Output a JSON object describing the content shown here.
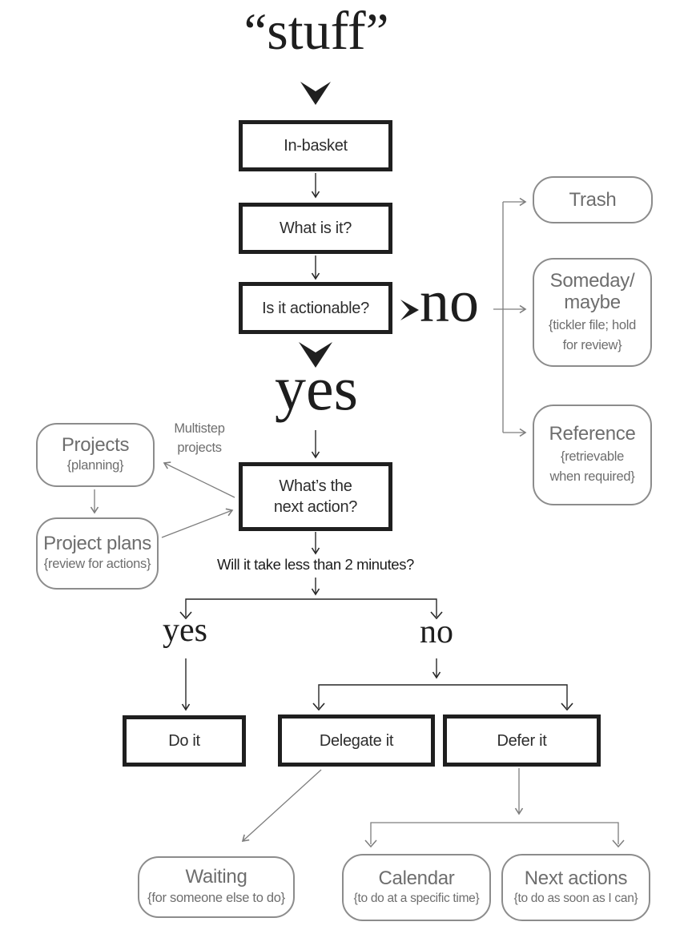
{
  "title": {
    "open_quote": "“",
    "word": "stuff",
    "close_quote": "”"
  },
  "process": {
    "in_basket": "In-basket",
    "what_is_it": "What is it?",
    "is_it_actionable": "Is it actionable?",
    "whats_next_action": "What’s the\nnext action?",
    "do_it": "Do it",
    "delegate_it": "Delegate it",
    "defer_it": "Defer it"
  },
  "outcomes": {
    "trash": {
      "title": "Trash"
    },
    "someday_maybe": {
      "title": "Someday/\nmaybe",
      "note": "{tickler file; hold\nfor review}"
    },
    "reference": {
      "title": "Reference",
      "note": "{retrievable\nwhen required}"
    },
    "projects": {
      "title": "Projects",
      "note": "{planning}"
    },
    "project_plans": {
      "title": "Project plans",
      "note": "{review for actions}"
    },
    "waiting": {
      "title": "Waiting",
      "note": "{for someone else to do}"
    },
    "calendar": {
      "title": "Calendar",
      "note": "{to do at a specific time}"
    },
    "next_actions": {
      "title": "Next actions",
      "note": "{to do as soon as I can}"
    }
  },
  "decisions": {
    "no_top": "no",
    "yes_top": "yes",
    "yes_bottom": "yes",
    "no_bottom": "no",
    "multistep_label": "Multistep\nprojects",
    "two_minute_question": "Will it take less than 2 minutes?"
  },
  "colors": {
    "ink": "#272727",
    "box_border": "#1f1f1f",
    "gray_line": "#7d7d7d",
    "gray_text": "#6e6e6e"
  }
}
